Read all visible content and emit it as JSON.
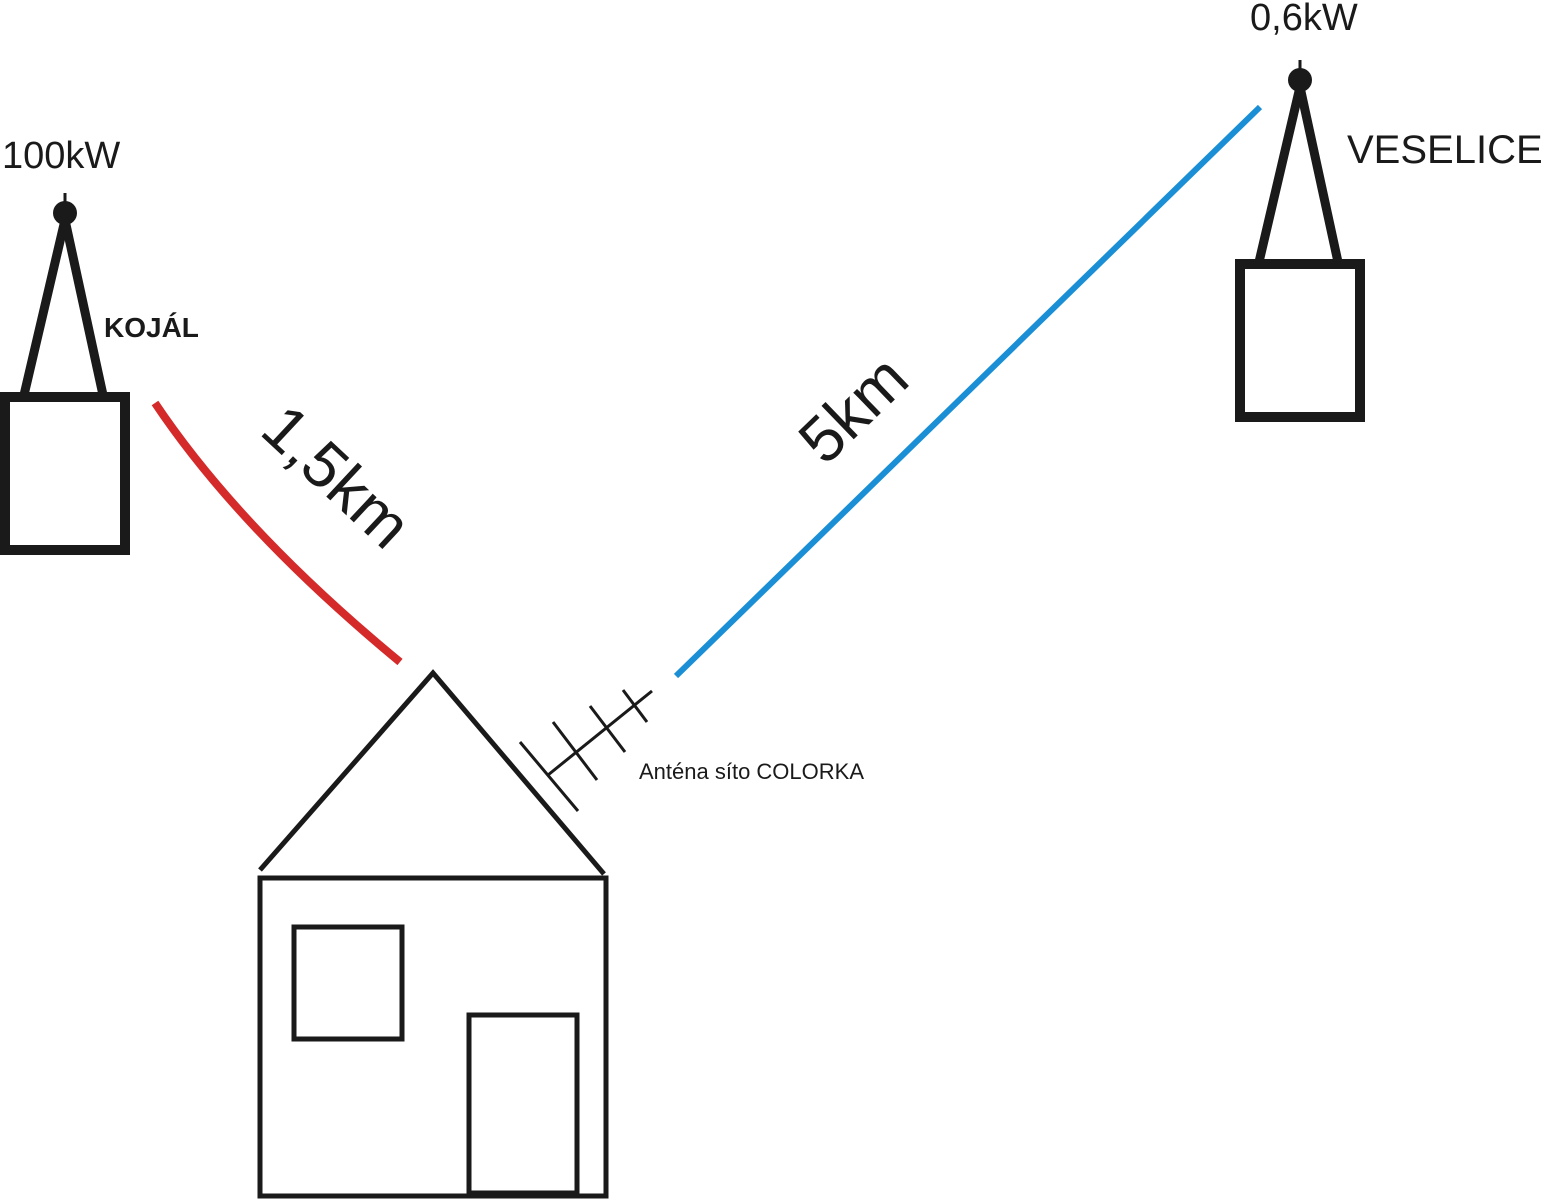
{
  "transmitters": {
    "kojal": {
      "power": "100kW",
      "name": "KOJÁL"
    },
    "veselice": {
      "power": "0,6kW",
      "name": "VESELICE"
    }
  },
  "links": {
    "kojal_distance": "1,5km",
    "veselice_distance": "5km"
  },
  "antenna": {
    "label": "Anténa síto COLORKA"
  },
  "colors": {
    "stroke": "#1a1a1a",
    "kojal_link": "#d42a2a",
    "veselice_link": "#1a8fd6"
  }
}
